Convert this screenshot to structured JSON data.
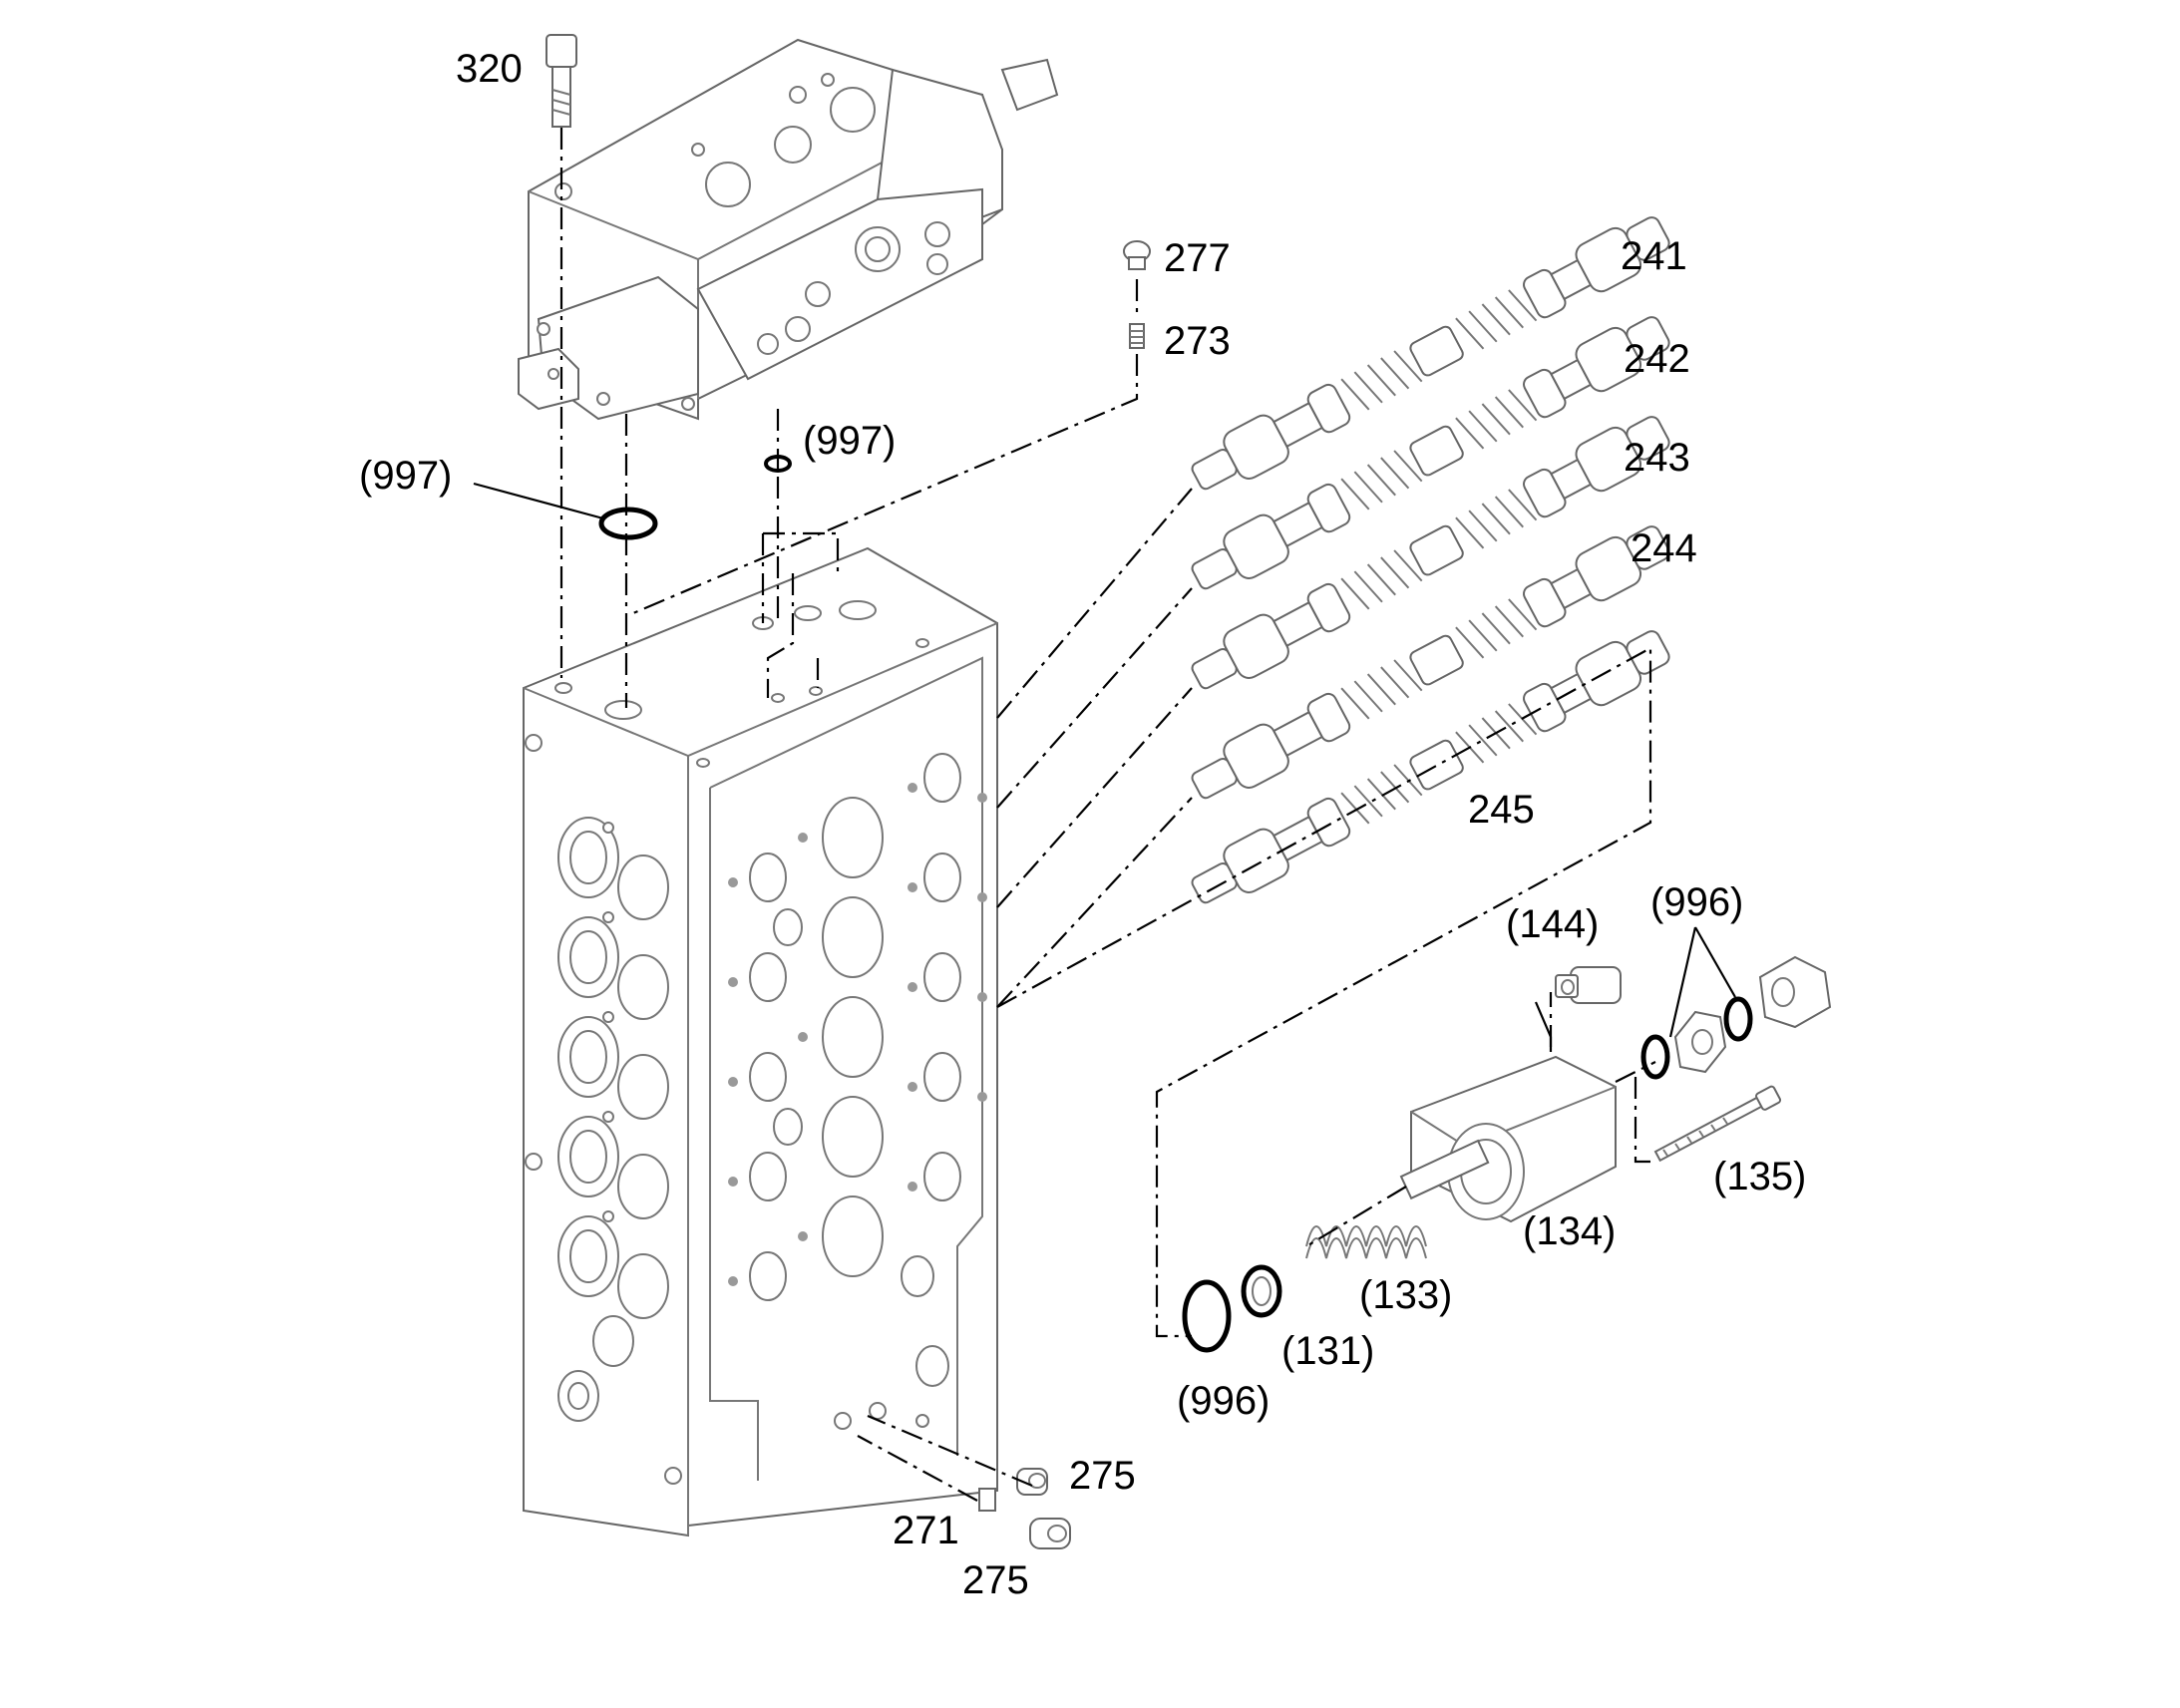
{
  "diagram": {
    "labels": {
      "p320": "320",
      "p277": "277",
      "p273": "273",
      "p241": "241",
      "p242": "242",
      "p243": "243",
      "p244": "244",
      "p245": "245",
      "p997a": "(997)",
      "p997b": "(997)",
      "p144": "(144)",
      "p996a": "(996)",
      "p996b": "(996)",
      "p135": "(135)",
      "p134": "(134)",
      "p133": "(133)",
      "p131": "(131)",
      "p275a": "275",
      "p275b": "275",
      "p271": "271"
    }
  }
}
